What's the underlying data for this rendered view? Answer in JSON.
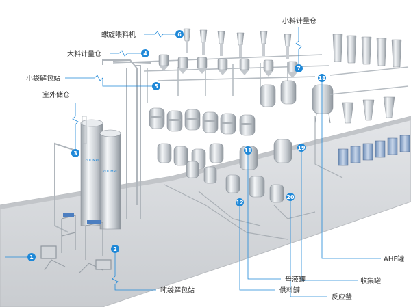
{
  "colors": {
    "accent": "#1e88d8",
    "floor": "#d7d9dc",
    "floor_edge": "#b9bcc0",
    "steel": "#c9cdd2",
    "steel_dark": "#8f969e",
    "steel_light": "#f1f3f5",
    "pipe": "#aeb4ba",
    "label": "#333333"
  },
  "labels": {
    "screw_feeder": "螺旋喂料机",
    "bulk_scale_bin": "大料计量仓",
    "small_bag_station": "小袋解包站",
    "outdoor_silo": "室外储仓",
    "small_scale_bin": "小料计量仓",
    "ton_bag_station": "吨袋解包站",
    "mother_liquor_tank": "母液罐",
    "supply_tank": "供料罐",
    "ahf_tank": "AHF罐",
    "collection_tank": "收集罐",
    "reactor": "反应釜"
  },
  "markers": [
    "1",
    "2",
    "3",
    "4",
    "5",
    "6",
    "7",
    "11",
    "12",
    "18",
    "19",
    "20"
  ],
  "silo_texts": {
    "brand_a": "ZOOMRL",
    "brand_b": "ZOOMRL"
  }
}
